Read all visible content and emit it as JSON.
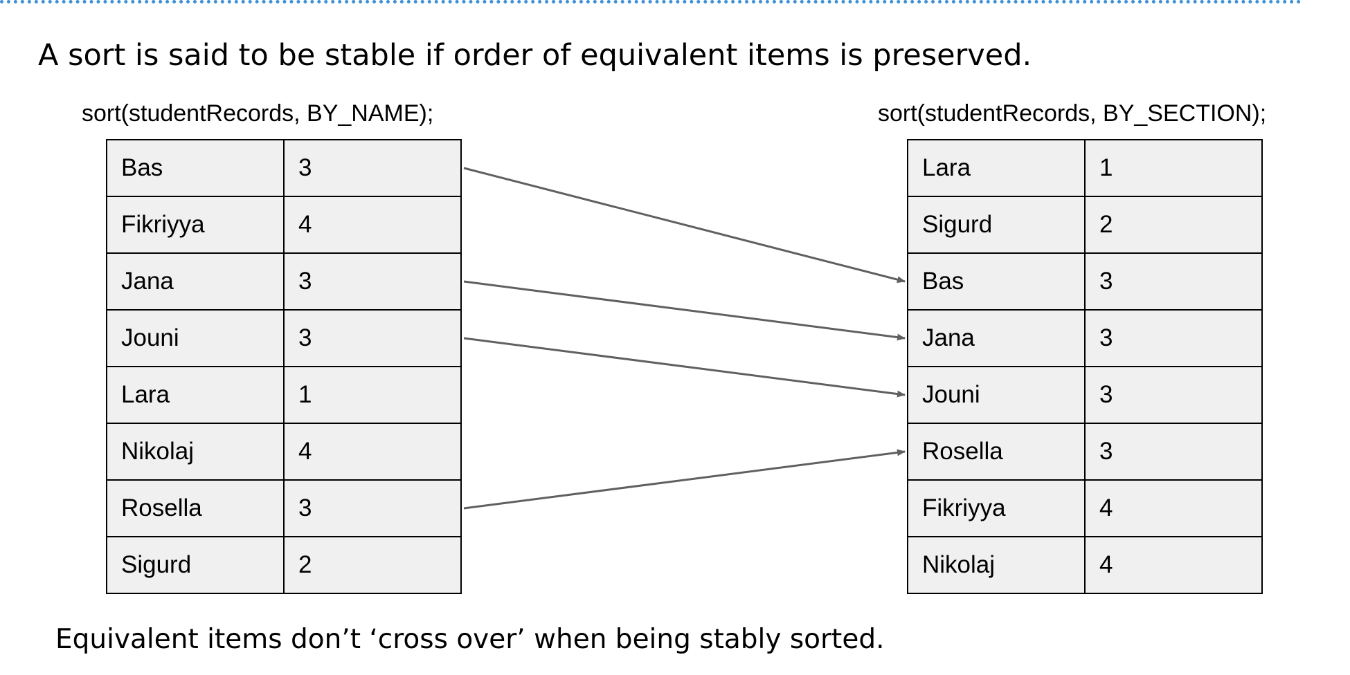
{
  "heading": "A sort is said to be stable if order of equivalent items is preserved.",
  "left": {
    "call": "sort(studentRecords, BY_NAME);",
    "rows": [
      {
        "name": "Bas",
        "section": "3"
      },
      {
        "name": "Fikriyya",
        "section": "4"
      },
      {
        "name": "Jana",
        "section": "3"
      },
      {
        "name": "Jouni",
        "section": "3"
      },
      {
        "name": "Lara",
        "section": "1"
      },
      {
        "name": "Nikolaj",
        "section": "4"
      },
      {
        "name": "Rosella",
        "section": "3"
      },
      {
        "name": "Sigurd",
        "section": "2"
      }
    ]
  },
  "right": {
    "call": "sort(studentRecords, BY_SECTION);",
    "rows": [
      {
        "name": "Lara",
        "section": "1"
      },
      {
        "name": "Sigurd",
        "section": "2"
      },
      {
        "name": "Bas",
        "section": "3"
      },
      {
        "name": "Jana",
        "section": "3"
      },
      {
        "name": "Jouni",
        "section": "3"
      },
      {
        "name": "Rosella",
        "section": "3"
      },
      {
        "name": "Fikriyya",
        "section": "4"
      },
      {
        "name": "Nikolaj",
        "section": "4"
      }
    ]
  },
  "arrows": [
    {
      "from_row": 0,
      "to_row": 2
    },
    {
      "from_row": 2,
      "to_row": 3
    },
    {
      "from_row": 3,
      "to_row": 4
    },
    {
      "from_row": 6,
      "to_row": 5
    }
  ],
  "caption": "Equivalent items don’t ‘cross over’ when being stably sorted.",
  "colors": {
    "rule": "#3b8fd9",
    "cell_fill": "#f0f0f0",
    "arrow": "#606060"
  }
}
